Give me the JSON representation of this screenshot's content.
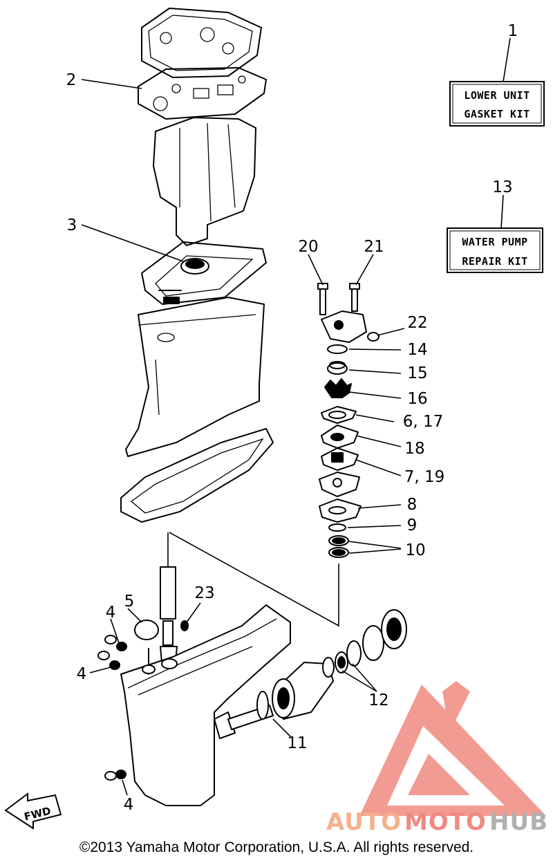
{
  "callouts": {
    "c1": "1",
    "c2": "2",
    "c3": "3",
    "c4a": "4",
    "c4b": "4",
    "c4c": "4",
    "c5": "5",
    "c6_17": "6, 17",
    "c7_19": "7, 19",
    "c8": "8",
    "c9": "9",
    "c10": "10",
    "c11": "11",
    "c12": "12",
    "c13": "13",
    "c14": "14",
    "c15": "15",
    "c16": "16",
    "c18": "18",
    "c20": "20",
    "c21": "21",
    "c22": "22",
    "c23": "23"
  },
  "kits": {
    "lower_unit_line1": "LOWER UNIT",
    "lower_unit_line2": "GASKET KIT",
    "water_pump_line1": "WATER PUMP",
    "water_pump_line2": "REPAIR KIT"
  },
  "fwd_label": "FWD",
  "watermark": {
    "auto": "AUTO",
    "moto": "MOTO",
    "hub": "HUB",
    "colors": {
      "accent": "#f08a80",
      "orange": "#f5b08a",
      "gray": "#b0b0b0"
    }
  },
  "copyright": "©2013 Yamaha Motor Corporation, U.S.A. All rights reserved."
}
